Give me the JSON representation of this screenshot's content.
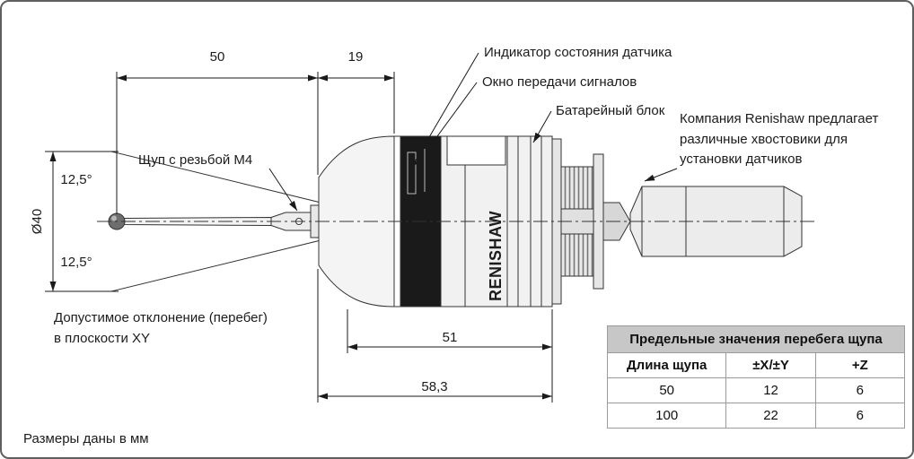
{
  "drawing": {
    "dim_50": "50",
    "dim_19": "19",
    "dia_40": "Ø40",
    "angle_top": "12,5°",
    "angle_bottom": "12,5°",
    "dim_51": "51",
    "dim_58_3": "58,3",
    "label_status_indicator": "Индикатор состояния датчика",
    "label_signal_window": "Окно передачи сигналов",
    "label_battery_pack": "Батарейный блок",
    "label_shank_note": "Компания Renishaw предлагает\nразличные хвостовики для\nустановки  датчиков",
    "label_stylus": "Щуп с резьбой M4",
    "label_overtravel": "Допустимое отклонение (перебег)\nв плоскости XY",
    "brand": "RENISHAW",
    "units_note": "Размеры даны в мм"
  },
  "table": {
    "title": "Предельные значения перебега щупа",
    "headers": [
      "Длина щупа",
      "±X/±Y",
      "+Z"
    ],
    "rows": [
      [
        "50",
        "12",
        "6"
      ],
      [
        "100",
        "22",
        "6"
      ]
    ]
  }
}
